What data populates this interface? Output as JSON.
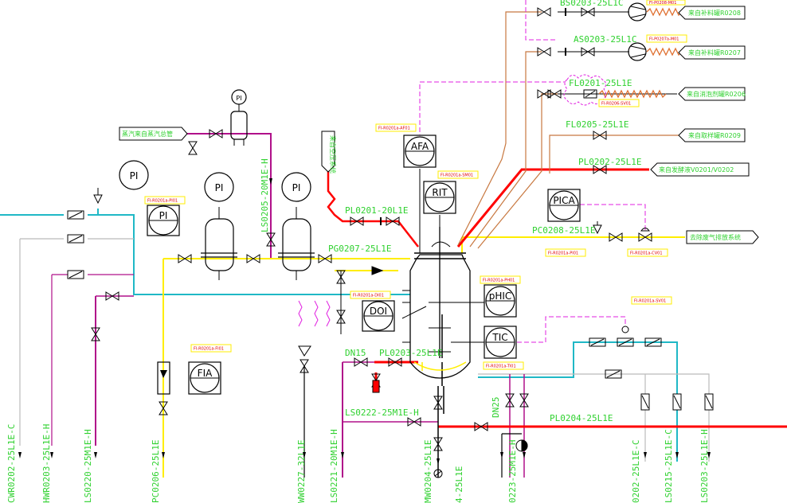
{
  "instruments": {
    "pi_main": "PI",
    "pi_top": "PI",
    "pi_box": "PI",
    "pi_f1": "PI",
    "pi_f2": "PI",
    "afa": "AFA",
    "rit": "RIT",
    "pica": "PICA",
    "doi": "DOI",
    "phic": "pHIC",
    "tic": "TIC",
    "fia": "FIA"
  },
  "line_labels": {
    "bs0203": "BS0203-25L1C",
    "as0203": "AS0203-25L1C",
    "fl0201": "FL0201-25L1E",
    "fl0205": "FL0205-25L1E",
    "pl0202": "PL0202-25L1E",
    "pl0201": "PL0201-20L1E",
    "pc0208": "PC0208-25L1E",
    "pg0207": "PG0207-25L1E",
    "dn15": "DN15",
    "pl0203": "PL0203-25L1E",
    "ls0222": "LS0222-25M1E-H",
    "pl0204": "PL0204-25L1E",
    "ls0205_v": "LS0205-20M1E-H",
    "cw0202": "CWR0202-25L1E-C",
    "hw0203": "HWR0203-25L1E-H",
    "ls0220": "LS0220-25M1E-H",
    "pc0206": "PC0206-25L1E",
    "ww0227": "WW0227-32L1E",
    "ls0221": "LS0221-20M1E-H",
    "mw0204": "MW0204-25L1E",
    "pc0204": "4-25L1E",
    "dn25": "DN25",
    "ls0223": "0223-25M1E-H",
    "pl0202b": "0202-25L1E-C",
    "ls0215": "LS0215-25L1E-C",
    "ls0203": "LS0203-25L1E-H"
  },
  "destinations": {
    "r0208": "来自补料罐R0208",
    "r0207": "来自补料罐R0207",
    "r0206": "来自消泡剂罐R0206",
    "r0209": "来自取样罐R0209",
    "v0201": "来自发酵液V0201/V0202",
    "exhaust": "去除废气排放系统",
    "steam": "蒸汽来自蒸汽总管",
    "air": "来自空压系统"
  },
  "tags": {
    "t1": "FI-R0201a-AF01",
    "t2": "FI-R0201a-SM01",
    "t3": "FI-R0201a-PI01",
    "t4": "FI-R0201a-PI01",
    "t5": "FI-R0201a-CV01",
    "t6": "FI-R0201a-DI01",
    "t7": "FI-R0201a-PH01",
    "t8": "FI-R0201a-SV01",
    "t9": "FI-R0201a-TI01",
    "t10": "FI-R0201a-FI01",
    "t11": "FI-P0208-M01",
    "t12": "FI-P0207a-M01",
    "t13": "FI-R0206-SV01"
  },
  "colors": {
    "cyan": "#1fb8c6",
    "yellow": "#ffee00",
    "magenta": "#b0108a",
    "red": "#ff0000",
    "brown": "#c87840",
    "grey": "#bbbbbb",
    "green": "#2fd12f",
    "pink_dash": "#e020e0"
  }
}
